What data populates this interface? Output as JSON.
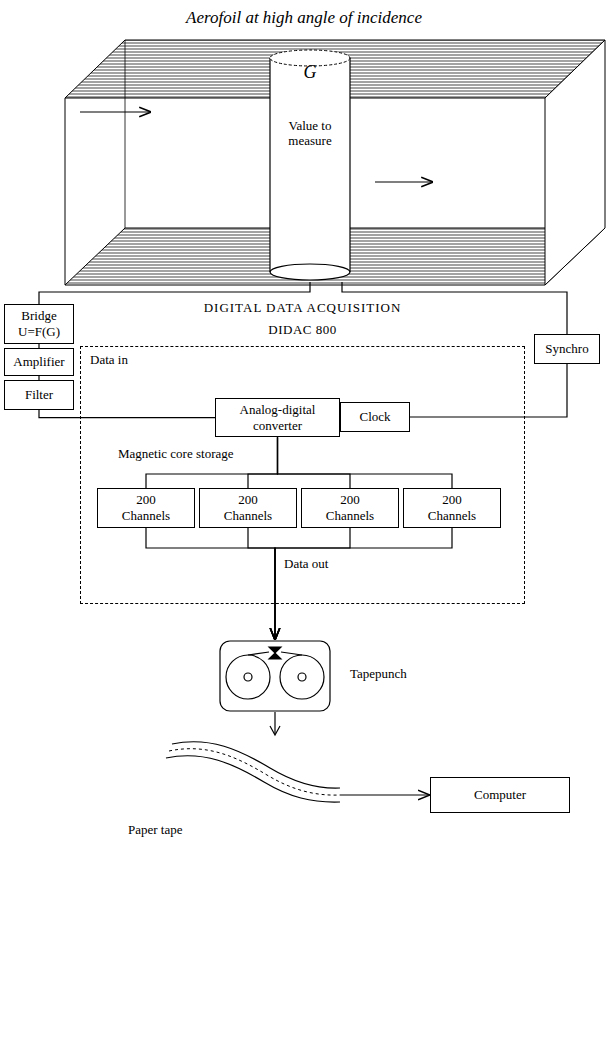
{
  "diagram": {
    "title": "Aerofoil at high angle of incidence",
    "nodes": [
      {
        "text": [
          "G",
          "Value to measure"
        ]
      },
      {
        "text": [
          "Bridge",
          "U=F(G)"
        ]
      },
      {
        "text": [
          "Amplifier"
        ]
      },
      {
        "text": [
          "Filter"
        ]
      },
      {
        "text": [
          "Synchro"
        ]
      },
      {
        "text": [
          "DIGITAL DATA ACQUISITION",
          "DIDAC 800"
        ]
      },
      {
        "text": [
          "Analog-digital converter"
        ],
        "in": 5
      },
      {
        "text": [
          "Clock"
        ],
        "in": 5
      },
      {
        "text": [
          "200 Channels"
        ],
        "in": 5
      },
      {
        "text": [
          "200 Channels"
        ],
        "in": 5
      },
      {
        "text": [
          "200 Channels"
        ],
        "in": 5
      },
      {
        "text": [
          "200 Channels"
        ],
        "in": 5
      },
      {
        "text": [
          "Tapepunch"
        ]
      },
      {
        "text": [
          "Computer"
        ]
      }
    ],
    "edges": [
      {
        "from": 0,
        "to": 1,
        "arrow": "none"
      },
      {
        "from": 1,
        "to": 2,
        "arrow": "none"
      },
      {
        "from": 2,
        "to": 3,
        "arrow": "none"
      },
      {
        "from": 3,
        "to": 6,
        "arrow": "none"
      },
      {
        "from": 0,
        "to": 4,
        "arrow": "none"
      },
      {
        "from": 4,
        "to": 7,
        "arrow": "none"
      },
      {
        "from": 6,
        "to": 8,
        "arrow": "none"
      },
      {
        "from": 6,
        "to": 9,
        "arrow": "none"
      },
      {
        "from": 6,
        "to": 10,
        "arrow": "none"
      },
      {
        "from": 6,
        "to": 11,
        "arrow": "none"
      },
      {
        "from": 8,
        "to": 12,
        "arrow": "to"
      },
      {
        "from": 9,
        "to": 12,
        "arrow": "to"
      },
      {
        "from": 10,
        "to": 12,
        "arrow": "to"
      },
      {
        "from": 11,
        "to": 12,
        "arrow": "to"
      },
      {
        "from": 12,
        "to": 13,
        "arrow": "to"
      }
    ],
    "labels": [
      "Data in",
      "Magnetic core storage",
      "Data out",
      "Paper tape"
    ]
  }
}
